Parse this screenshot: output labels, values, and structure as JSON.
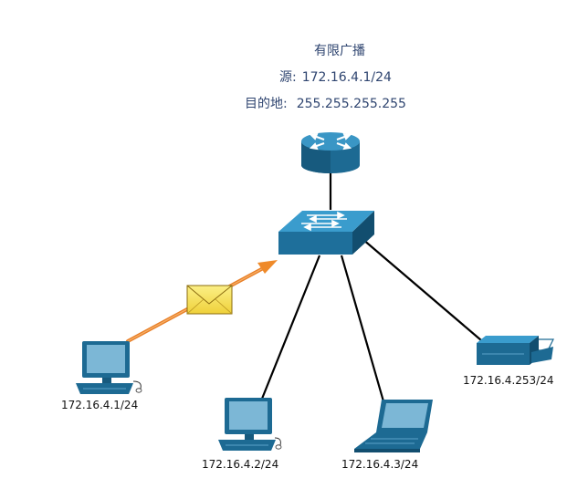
{
  "header": {
    "title": "有限广播",
    "source_label": "源:",
    "source_value": "172.16.4.1/24",
    "destination_label": "目的地:",
    "destination_value": "255.255.255.255"
  },
  "hosts": [
    {
      "label": "172.16.4.1/24"
    },
    {
      "label": "172.16.4.2/24"
    },
    {
      "label": "172.16.4.3/24"
    },
    {
      "label": "172.16.4.253/24"
    }
  ],
  "colors": {
    "device_blue": "#2a7fab",
    "device_dark": "#15506f",
    "link": "#000000",
    "active_link": "#ef8a2a",
    "envelope": "#f4e05a"
  }
}
